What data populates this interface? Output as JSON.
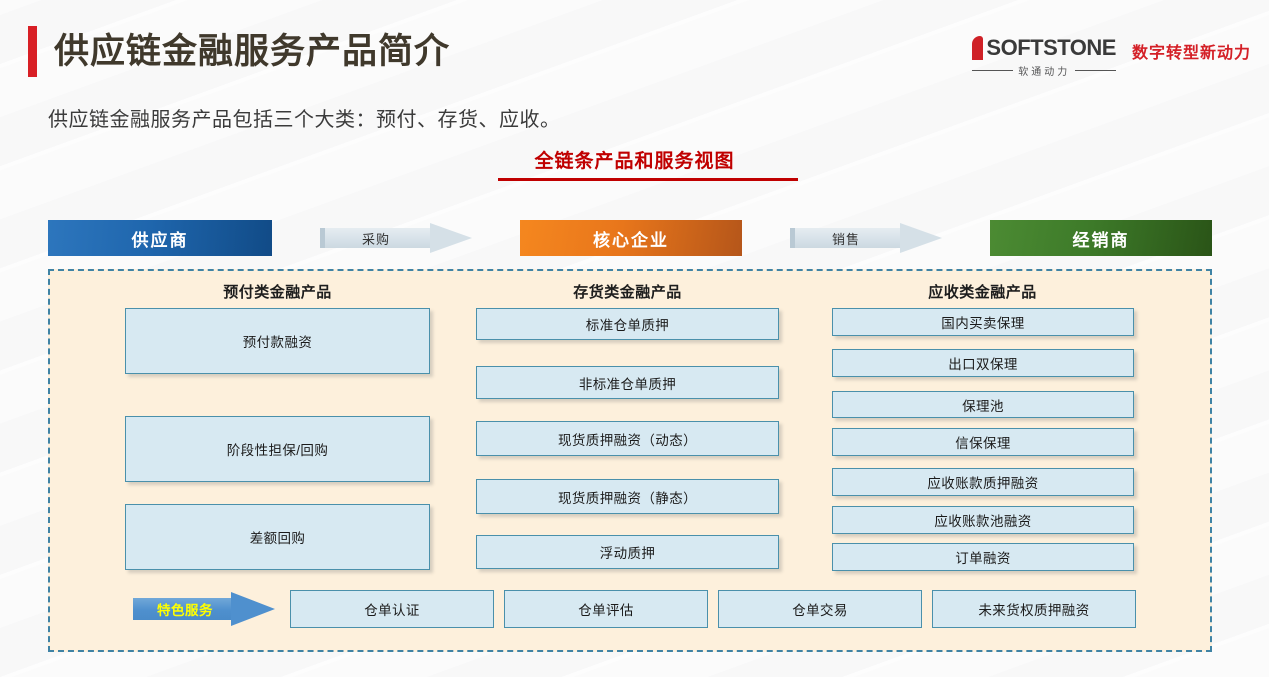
{
  "header": {
    "title": "供应链金融服务产品简介",
    "subtitle": "供应链金融服务产品包括三个大类：预付、存货、应收。",
    "accent_bar_color": "#d81f25",
    "title_color": "#40392c"
  },
  "logo": {
    "wordmark": "SOFTSTONE",
    "wordmark_prefix": "i",
    "chinese_name": "软通动力",
    "slogan": "数字转型新动力",
    "brand_red": "#d42027"
  },
  "section": {
    "heading": "全链条产品和服务视图",
    "heading_color": "#c00000"
  },
  "flow": {
    "nodes": [
      {
        "label": "供应商",
        "color": "#1f66ad"
      },
      {
        "label": "核心企业",
        "color": "#e8761b"
      },
      {
        "label": "经销商",
        "color": "#3d7a29"
      }
    ],
    "arrows": [
      {
        "label": "采购"
      },
      {
        "label": "销售"
      }
    ]
  },
  "panel": {
    "border_color": "#3f83a5",
    "background": "#fdf0dc",
    "columns": [
      {
        "header": "预付类金融产品",
        "items": [
          "预付款融资",
          "阶段性担保/回购",
          "差额回购"
        ]
      },
      {
        "header": "存货类金融产品",
        "items": [
          "标准仓单质押",
          "非标准仓单质押",
          "现货质押融资（动态）",
          "现货质押融资（静态）",
          "浮动质押"
        ]
      },
      {
        "header": "应收类金融产品",
        "items": [
          "国内买卖保理",
          "出口双保理",
          "保理池",
          "信保保理",
          "应收账款质押融资",
          "应收账款池融资",
          "订单融资"
        ]
      }
    ],
    "special_service": {
      "arrow_label": "特色服务",
      "arrow_label_color": "#ffff00",
      "arrow_color": "#4f90ce",
      "items": [
        "仓单认证",
        "仓单评估",
        "仓单交易",
        "未来货权质押融资"
      ]
    },
    "box_fill": "#d7e9f2",
    "box_border": "#4a90ab"
  }
}
